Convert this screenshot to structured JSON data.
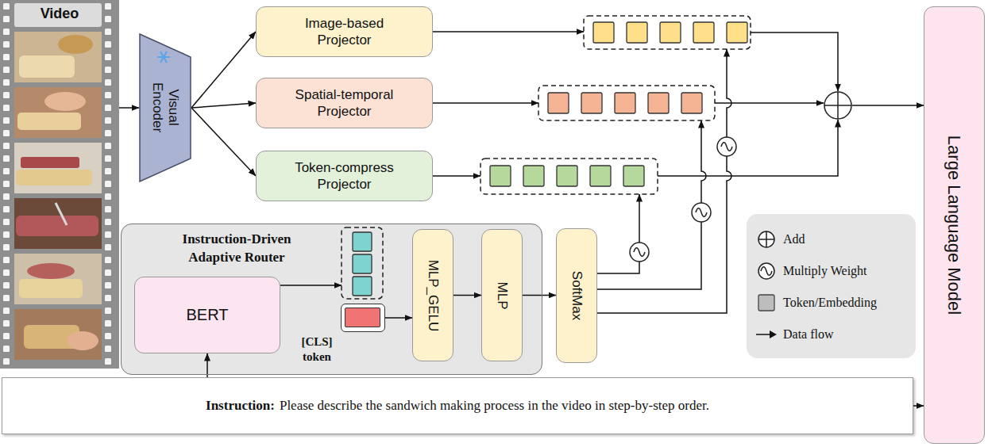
{
  "diagram": {
    "nodes": [
      {
        "text": [
          "Video"
        ]
      },
      {
        "text": [
          "Visual Encoder"
        ]
      },
      {
        "text": [
          "Image-based Projector"
        ]
      },
      {
        "text": [
          "Spatial-temporal Projector"
        ]
      },
      {
        "text": [
          "Token-compress Projector"
        ]
      },
      {
        "text": [
          "Instruction-Driven Adaptive Router"
        ]
      },
      {
        "text": [
          "BERT"
        ],
        "in": 5
      },
      {
        "text": [
          "[CLS] token"
        ],
        "in": 5
      },
      {
        "text": [
          "MLP_GELU"
        ],
        "in": 5
      },
      {
        "text": [
          "MLP"
        ],
        "in": 5
      },
      {
        "text": [
          "SoftMax"
        ]
      },
      {
        "text": [
          "Large Language Model"
        ]
      },
      {
        "text": [
          "Instruction:",
          "Please describe the sandwich making process in the video in step-by-step order."
        ]
      }
    ],
    "edges": [
      {
        "from": 0,
        "to": 1,
        "arrow": "to"
      },
      {
        "from": 1,
        "to": 2,
        "arrow": "to"
      },
      {
        "from": 1,
        "to": 3,
        "arrow": "to"
      },
      {
        "from": 1,
        "to": 4,
        "arrow": "to"
      },
      {
        "from": 12,
        "to": 6,
        "arrow": "to"
      },
      {
        "from": 7,
        "to": 8,
        "arrow": "to"
      },
      {
        "from": 8,
        "to": 9,
        "arrow": "to"
      },
      {
        "from": 9,
        "to": 10,
        "arrow": "to"
      },
      {
        "from": 12,
        "to": 11,
        "arrow": "to"
      }
    ],
    "legend": [
      {
        "text": "Add"
      },
      {
        "text": "Multiply Weight"
      },
      {
        "text": "Token/Embedding"
      },
      {
        "text": "Data flow"
      }
    ]
  }
}
